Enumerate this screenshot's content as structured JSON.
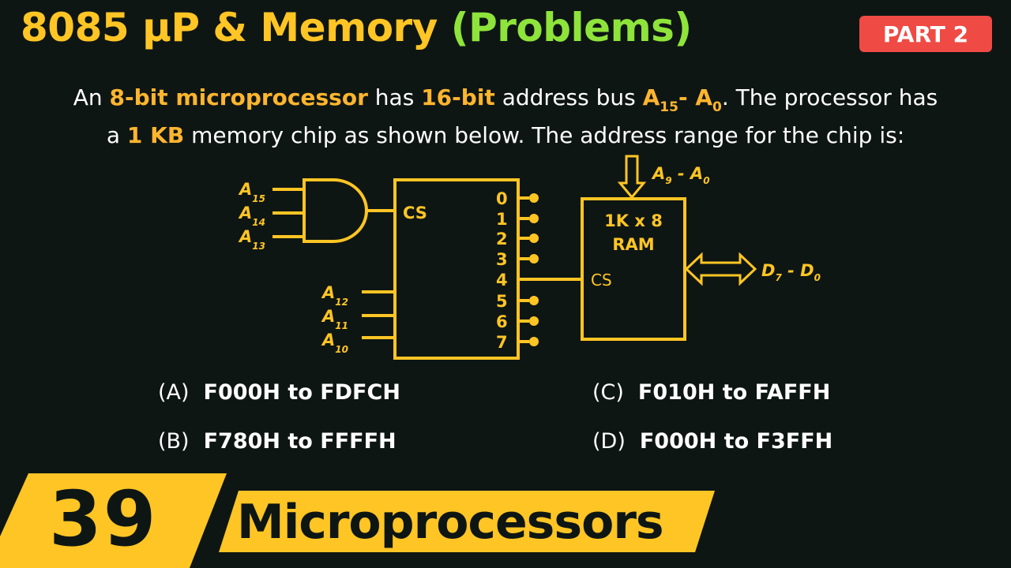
{
  "title": {
    "part1": "8085 µP & Memory",
    "part2": "(Problems)"
  },
  "badge": "PART 2",
  "question": {
    "p1": "An ",
    "h1": "8-bit microprocessor",
    "p2": " has ",
    "h2": "16-bit",
    "p3": " address bus ",
    "a15": "A",
    "a15sub": "15",
    "dash": "- ",
    "a0": "A",
    "a0sub": "0",
    "p4": ". The processor has",
    "p5": "a ",
    "h3": "1 KB",
    "p6": " memory chip as shown below. The address range for the chip is:"
  },
  "diagram": {
    "and_inputs": [
      {
        "label": "A",
        "sub": "15"
      },
      {
        "label": "A",
        "sub": "14"
      },
      {
        "label": "A",
        "sub": "13"
      }
    ],
    "decoder_inputs": [
      {
        "label": "A",
        "sub": "12"
      },
      {
        "label": "A",
        "sub": "11"
      },
      {
        "label": "A",
        "sub": "10"
      }
    ],
    "decoder_cs": "CS",
    "decoder_outputs": [
      "0",
      "1",
      "2",
      "3",
      "4",
      "5",
      "6",
      "7"
    ],
    "selected_output": "4",
    "ram_label_line1": "1K x 8",
    "ram_label_line2": "RAM",
    "ram_cs": "CS",
    "addr_label": "A",
    "addr_sub1": "9",
    "addr_dash": " - A",
    "addr_sub2": "0",
    "data_label": "D",
    "data_sub1": "7",
    "data_dash": " - D",
    "data_sub2": "0",
    "accent": "#ffc524"
  },
  "options": [
    {
      "letter": "(A)",
      "answer": "F000H to FDFCH"
    },
    {
      "letter": "(B)",
      "answer": "F780H to FFFFH"
    },
    {
      "letter": "(C)",
      "answer": "F010H to FAFFH"
    },
    {
      "letter": "(D)",
      "answer": "F000H to F3FFH"
    }
  ],
  "footer": {
    "number": "39",
    "series": "Microprocessors"
  },
  "colors": {
    "yellow": "#ffc524",
    "green": "#8ee43a",
    "orange": "#ffb52e",
    "badge": "#ef4a44",
    "background": "#0e1614"
  }
}
